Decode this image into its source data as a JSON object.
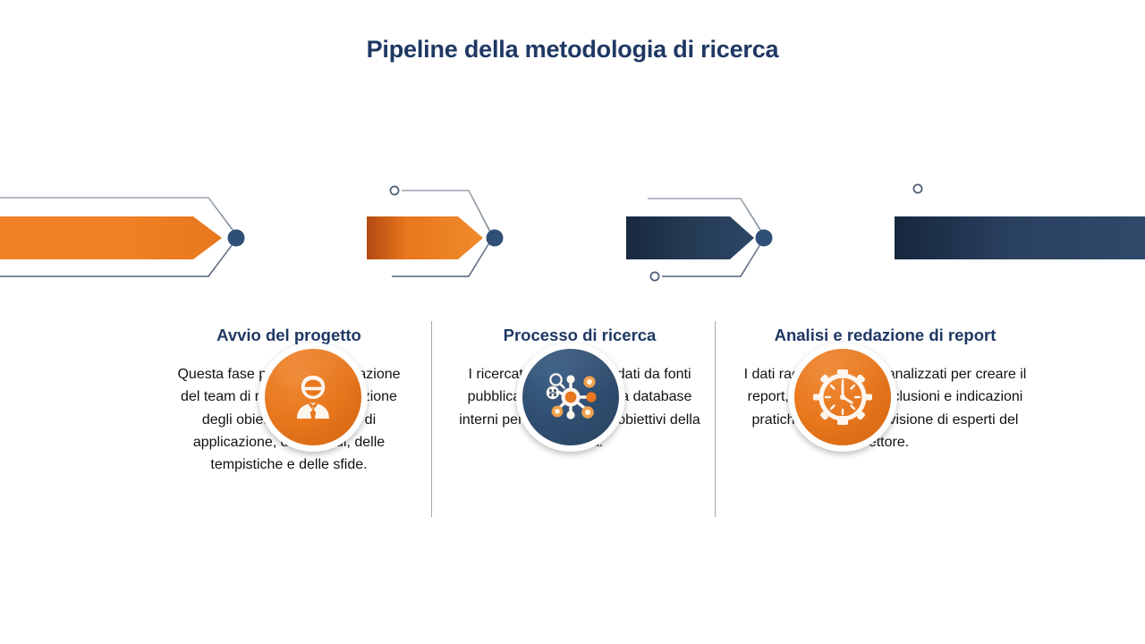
{
  "slide": {
    "title": "Pipeline della metodologia di ricerca",
    "background_color": "#ffffff"
  },
  "theme": {
    "accent_orange": "#e8771d",
    "accent_navy": "#2e4a6b",
    "heading_color": "#1f3864",
    "body_color": "#111111",
    "divider_color": "#a6a6a6",
    "connector_dot_color": "#2f4f77"
  },
  "pipeline": {
    "segments": [
      {
        "name": "segment-1",
        "color": "#e8771d",
        "has_arrowhead": true,
        "end_dot": true,
        "start_circle": false
      },
      {
        "name": "segment-2",
        "color": "#e8771d",
        "has_arrowhead": true,
        "end_dot": true,
        "start_circle": true
      },
      {
        "name": "segment-3",
        "color": "#2e4a6b",
        "has_arrowhead": true,
        "end_dot": true,
        "start_circle": true
      },
      {
        "name": "segment-4",
        "color": "#2e4a6b",
        "has_arrowhead": false,
        "end_dot": false,
        "start_circle": true
      }
    ],
    "steps": [
      {
        "icon": "businessperson-icon",
        "circle_color": "#e8771d"
      },
      {
        "icon": "research-network-icon",
        "circle_color": "#2e4a6b"
      },
      {
        "icon": "stopwatch-icon",
        "circle_color": "#e8771d"
      }
    ]
  },
  "columns": [
    {
      "heading": "Avvio del progetto",
      "body": "Questa fase prevede la formazione del team di ricerca e la definizione degli obiettivi, dell'ambito di applicazione, dei metodi, delle tempistiche e delle sfide."
    },
    {
      "heading": "Processo di ricerca",
      "body": "I ricercatori raccolgono dati da fonti pubblicate attendibili e da database interni per supportare gli obiettivi della ricerca."
    },
    {
      "heading": "Analisi e redazione di report",
      "body": "I dati raccolti vengono analizzati per creare il report, che include conclusioni e indicazioni pratiche, con la supervisione di esperti del settore."
    }
  ]
}
